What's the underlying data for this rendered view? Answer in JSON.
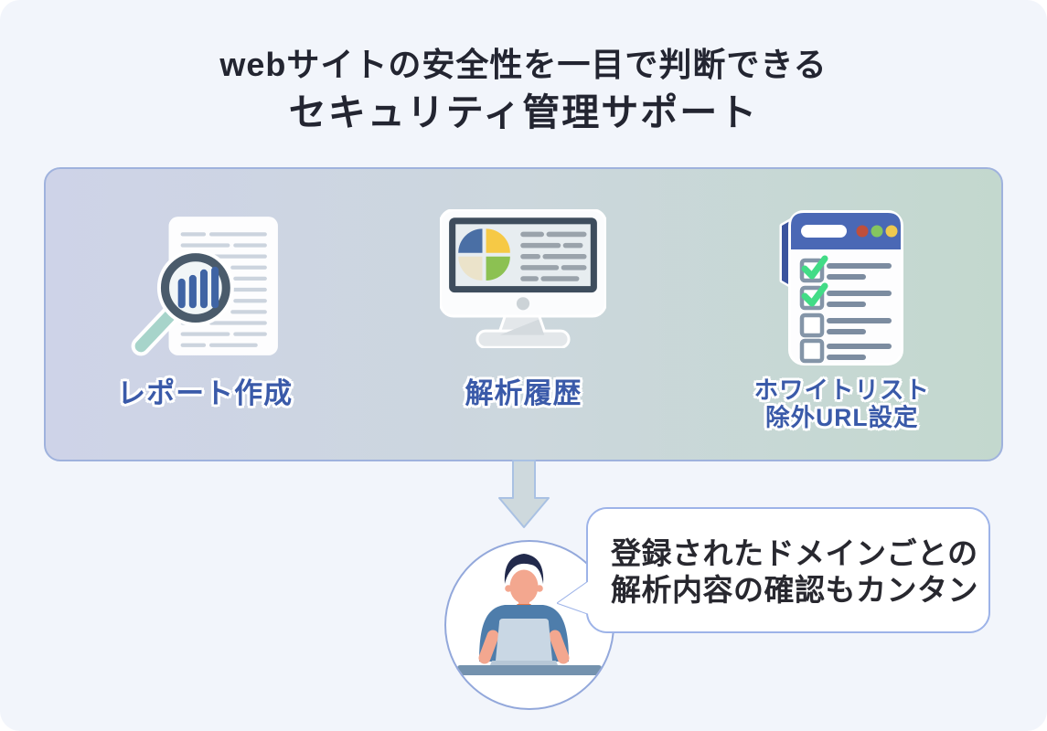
{
  "page": {
    "background_color": "#f2f5fb"
  },
  "header": {
    "title_line1": "webサイトの安全性を一目で判断できる",
    "title_line2": "セキュリティ管理サポート",
    "title_color": "#232531"
  },
  "features_panel": {
    "gradient_left": "#ced3e8",
    "gradient_right": "#c3d8ce",
    "border_color": "#9fb2dd",
    "label_color": "#3a5aa9",
    "items": [
      {
        "icon": "report-magnifier-icon",
        "label": "レポート作成"
      },
      {
        "icon": "monitor-analytics-icon",
        "label": "解析履歴"
      },
      {
        "icon": "checklist-browser-icon",
        "label": "ホワイトリスト",
        "label2": "除外URL設定"
      }
    ]
  },
  "flow": {
    "arrow_icon": "down-block-arrow",
    "arrow_fill": "#ced9dd",
    "arrow_border": "#a9c1e3"
  },
  "callout": {
    "person_icon": "person-at-laptop-illustration",
    "bubble_line1": "登録されたドメインごとの",
    "bubble_line2": "解析内容の確認もカンタン",
    "bubble_border_color": "#9db3e8",
    "bubble_text_color": "#28282f"
  }
}
